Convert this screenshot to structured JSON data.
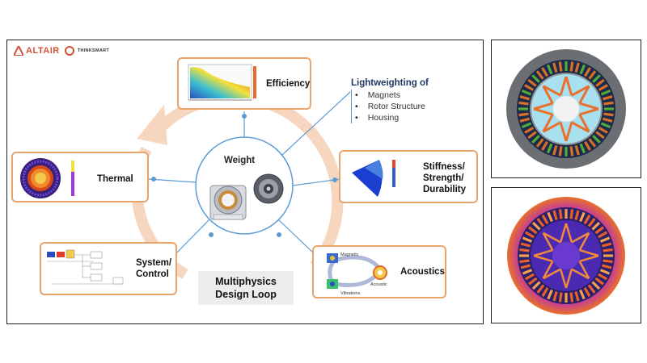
{
  "logo": {
    "brand": "ALTAIR",
    "partner": "THINKSMART"
  },
  "center": {
    "label": "Weight"
  },
  "nodes": {
    "efficiency": "Efficiency",
    "thermal": "Thermal",
    "stiffness": [
      "Stiffness/",
      "Strength/",
      "Durability"
    ],
    "system": [
      "System/",
      "Control"
    ],
    "acoustics": "Acoustics"
  },
  "lightweighting": {
    "title": "Lightweighting of",
    "items": [
      "Magnets",
      "Rotor Structure",
      "Housing"
    ]
  },
  "caption": [
    "Multiphysics",
    "Design Loop"
  ],
  "acoustics_diagram": {
    "labels": [
      "Magnetic",
      "Acoustic",
      "Vibrations"
    ]
  },
  "colors": {
    "box_border": "#e8a46a",
    "loop_arrow": "#f7d6bf",
    "connector": "#5b9bd5",
    "circle": "#5b9bd5",
    "brand_red": "#d4523b"
  }
}
